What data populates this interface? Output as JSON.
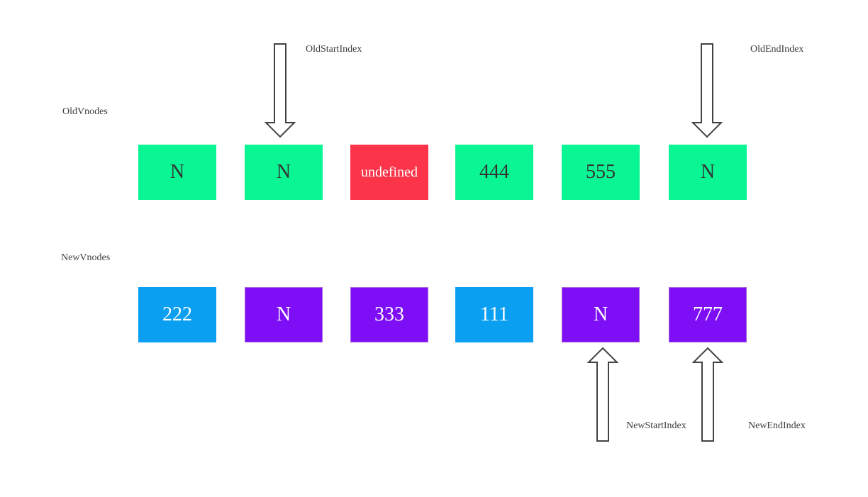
{
  "diagram": {
    "title": "vnode-diff-pointers-diagram",
    "colors": {
      "green": "#0af593",
      "red": "#fb3449",
      "blue": "#0b9ff2",
      "purple": "#7d0ef5",
      "purple_border": "#a964d8",
      "text_dark": "#333333",
      "text_light": "#ffffff",
      "text_label": "#3d3d3d",
      "arrow_outline": "#424242",
      "background": "#ffffff"
    },
    "old_row": {
      "label": "OldVnodes",
      "nodes": [
        {
          "text": "N",
          "color": "green"
        },
        {
          "text": "N",
          "color": "green"
        },
        {
          "text": "undefined",
          "color": "red"
        },
        {
          "text": "444",
          "color": "green"
        },
        {
          "text": "555",
          "color": "green"
        },
        {
          "text": "N",
          "color": "green"
        }
      ]
    },
    "new_row": {
      "label": "NewVnodes",
      "nodes": [
        {
          "text": "222",
          "color": "blue"
        },
        {
          "text": "N",
          "color": "purple"
        },
        {
          "text": "333",
          "color": "purple"
        },
        {
          "text": "111",
          "color": "blue"
        },
        {
          "text": "N",
          "color": "purple"
        },
        {
          "text": "777",
          "color": "purple"
        }
      ]
    },
    "pointers": [
      {
        "label": "OldStartIndex",
        "direction": "down",
        "icon": "arrow-down-icon",
        "points_to": "old_row node 2"
      },
      {
        "label": "OldEndIndex",
        "direction": "down",
        "icon": "arrow-down-icon",
        "points_to": "old_row node 6"
      },
      {
        "label": "NewStartIndex",
        "direction": "up",
        "icon": "arrow-up-icon",
        "points_to": "new_row node 5"
      },
      {
        "label": "NewEndIndex",
        "direction": "up",
        "icon": "arrow-up-icon",
        "points_to": "new_row node 6"
      }
    ]
  }
}
